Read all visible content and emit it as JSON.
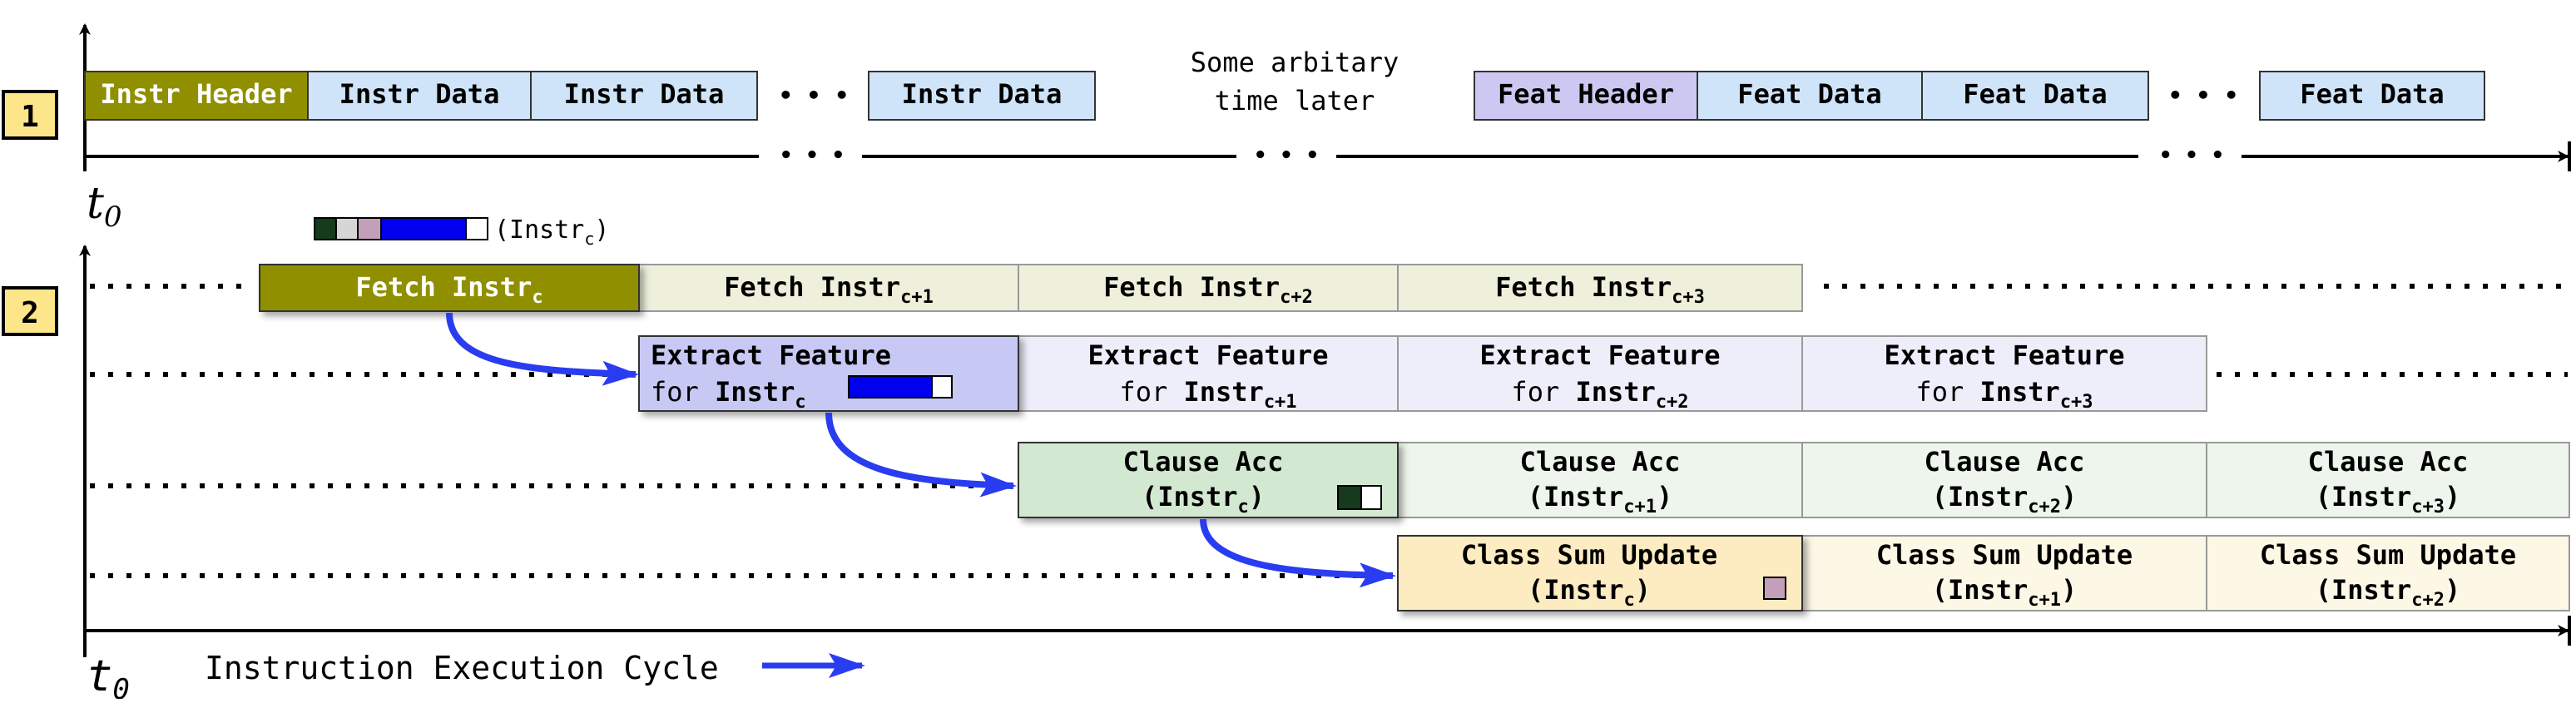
{
  "section1": {
    "badge": "1",
    "cells": [
      {
        "text": "Instr Header",
        "fill": "#8f8f00",
        "color": "#ffffff"
      },
      {
        "text": "Instr Data",
        "fill": "#cfe4f8",
        "color": "#000000"
      },
      {
        "text": "Instr Data",
        "fill": "#cfe4f8",
        "color": "#000000"
      },
      {
        "text": "Instr Data",
        "fill": "#cfe4f8",
        "color": "#000000"
      },
      {
        "text": "Feat Header",
        "fill": "#cdc8f2",
        "color": "#000000"
      },
      {
        "text": "Feat Data",
        "fill": "#cfe4f8",
        "color": "#000000"
      },
      {
        "text": "Feat Data",
        "fill": "#cfe4f8",
        "color": "#000000"
      },
      {
        "text": "Feat Data",
        "fill": "#cfe4f8",
        "color": "#000000"
      }
    ],
    "note_line1": "Some arbitary",
    "note_line2": "time later",
    "ellipsis": "• • •",
    "t0": "t",
    "t0_sub": "0"
  },
  "section2": {
    "badge": "2",
    "legend_label": "(Instr",
    "legend_sub": "c",
    "legend_close": ")",
    "t0": "t",
    "t0_sub": "0",
    "axis_label": "Instruction Execution Cycle",
    "fetch": [
      {
        "main": "Fetch Instr",
        "sub": "c"
      },
      {
        "main": "Fetch Instr",
        "sub": "c+1"
      },
      {
        "main": "Fetch Instr",
        "sub": "c+2"
      },
      {
        "main": "Fetch Instr",
        "sub": "c+3"
      }
    ],
    "extract": [
      {
        "line1": "Extract Feature",
        "pre": "for ",
        "bold": "Instr",
        "sub": "c"
      },
      {
        "line1": "Extract Feature",
        "pre": "for ",
        "bold": "Instr",
        "sub": "c+1"
      },
      {
        "line1": "Extract Feature",
        "pre": "for ",
        "bold": "Instr",
        "sub": "c+2"
      },
      {
        "line1": "Extract Feature",
        "pre": "for ",
        "bold": "Instr",
        "sub": "c+3"
      }
    ],
    "clause": [
      {
        "line1": "Clause Acc",
        "open": "(Instr",
        "sub": "c",
        "close": ")"
      },
      {
        "line1": "Clause Acc",
        "open": "(Instr",
        "sub": "c+1",
        "close": ")"
      },
      {
        "line1": "Clause Acc",
        "open": "(Instr",
        "sub": "c+2",
        "close": ")"
      },
      {
        "line1": "Clause Acc",
        "open": "(Instr",
        "sub": "c+3",
        "close": ")"
      }
    ],
    "classsum": [
      {
        "line1": "Class Sum Update",
        "open": "(Instr",
        "sub": "c",
        "close": ")"
      },
      {
        "line1": "Class Sum Update",
        "open": "(Instr",
        "sub": "c+1",
        "close": ")"
      },
      {
        "line1": "Class Sum Update",
        "open": "(Instr",
        "sub": "c+2",
        "close": ")"
      }
    ]
  },
  "colors": {
    "badge_fill": "#fde68a",
    "badge_stroke": "#000000",
    "instr_header": "#8f8f00",
    "data_blue": "#cfe4f8",
    "feat_header": "#cdc8f2",
    "fetch_light": "#eef0db",
    "extract_active": "#c8c8f5",
    "extract_light": "#eeeefb",
    "clause_active": "#d3e8d1",
    "clause_light": "#edf5ec",
    "classsum_active": "#fdebc2",
    "classsum_light": "#fdf7e6",
    "arrow_blue": "#2a3cf0",
    "bar_blue": "#0000ee",
    "dark_green": "#163a1c",
    "mauve": "#c49fb9",
    "gray_seg": "#d6d6d6"
  }
}
